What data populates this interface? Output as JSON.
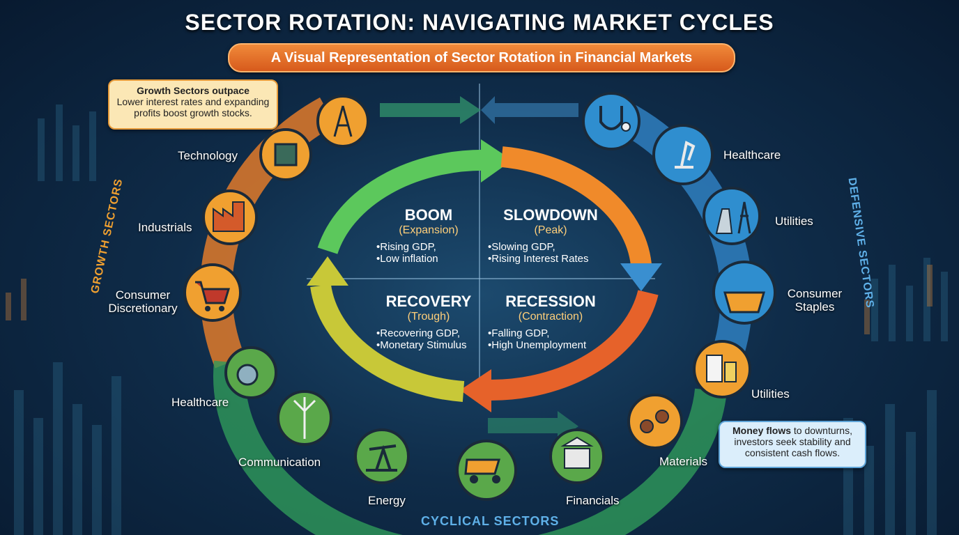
{
  "header": {
    "title": "SECTOR ROTATION: NAVIGATING MARKET CYCLES",
    "subtitle": "A Visual Representation of Sector Rotation in Financial Markets"
  },
  "callouts": {
    "growth_title": "Growth Sectors outpace",
    "growth_text": "Lower interest rates and expanding profits boost growth stocks.",
    "money_bold": "Money flows",
    "money_text": " to downturns, investors seek stability and consistent cash flows."
  },
  "groups": {
    "growth": "GROWTH SECTORS",
    "defensive": "DEFENSIVE SECTORS",
    "cyclical": "CYCLICAL SECTORS"
  },
  "phases": [
    {
      "name": "BOOM",
      "sub": "(Expansion)",
      "bullets": [
        "Rising GDP,",
        "Low inflation"
      ]
    },
    {
      "name": "SLOWDOWN",
      "sub": "(Peak)",
      "bullets": [
        "Slowing GDP,",
        "Rising Interest Rates"
      ]
    },
    {
      "name": "RECOVERY",
      "sub": "(Trough)",
      "bullets": [
        "Recovering GDP,",
        "Monetary Stimulus"
      ]
    },
    {
      "name": "RECESSION",
      "sub": "(Contraction)",
      "bullets": [
        "Falling GDP,",
        "High Unemployment"
      ]
    }
  ],
  "sectors": {
    "technology": "Technology",
    "industrials": "Industrials",
    "consumer_discretionary": "Consumer Discretionary",
    "healthcare_left": "Healthcare",
    "communication": "Communication",
    "energy": "Energy",
    "financials": "Financials",
    "materials": "Materials",
    "utilities_lower": "Utilities",
    "consumer_staples": "Consumer Staples",
    "utilities_upper": "Utilities",
    "healthcare_right": "Healthcare"
  },
  "icons": [
    "antenna-tower-icon",
    "microchip-icon",
    "factory-icon",
    "shopping-cart-icon",
    "turbine-icon",
    "wind-turbine-icon",
    "oil-pump-icon",
    "dump-truck-icon",
    "bank-icon",
    "logs-icon",
    "milk-carton-icon",
    "grocery-basket-icon",
    "power-plant-icon",
    "microscope-icon",
    "stethoscope-icon"
  ],
  "colors": {
    "boom_arrow": "#5cc85c",
    "slowdown_arrow": "#f08a2a",
    "recession_arrow": "#e6622a",
    "recovery_arrow": "#c8c838",
    "growth_band": "#f08a2a",
    "defensive_band": "#2f8ecf",
    "cyclical_band": "#3aa35a"
  }
}
